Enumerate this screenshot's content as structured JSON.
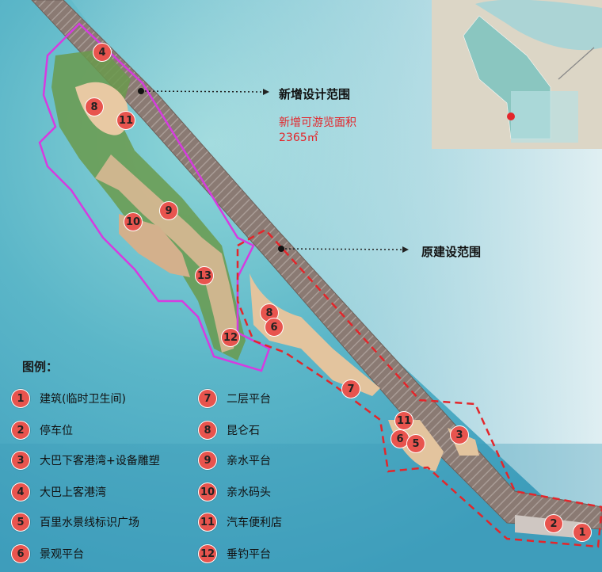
{
  "callouts": {
    "new_design_range": "新增设计范围",
    "original_range": "原建设范围",
    "new_area_label": "新增可游览面积",
    "new_area_value": "2365㎡"
  },
  "legend": {
    "title": "图例：",
    "items": [
      {
        "num": "1",
        "label": "建筑(临时卫生间)"
      },
      {
        "num": "2",
        "label": "停车位"
      },
      {
        "num": "3",
        "label": "大巴下客港湾+设备雕塑"
      },
      {
        "num": "4",
        "label": "大巴上客港湾"
      },
      {
        "num": "5",
        "label": "百里水景线标识广场"
      },
      {
        "num": "6",
        "label": "景观平台"
      },
      {
        "num": "7",
        "label": "二层平台"
      },
      {
        "num": "8",
        "label": "昆仑石"
      },
      {
        "num": "9",
        "label": "亲水平台"
      },
      {
        "num": "10",
        "label": "亲水码头"
      },
      {
        "num": "11",
        "label": "汽车便利店"
      },
      {
        "num": "12",
        "label": "垂钓平台"
      }
    ]
  },
  "map_markers": [
    {
      "num": "4"
    },
    {
      "num": "8"
    },
    {
      "num": "11"
    },
    {
      "num": "9"
    },
    {
      "num": "10"
    },
    {
      "num": "13"
    },
    {
      "num": "8"
    },
    {
      "num": "6"
    },
    {
      "num": "12"
    },
    {
      "num": "7"
    },
    {
      "num": "11"
    },
    {
      "num": "6"
    },
    {
      "num": "5"
    },
    {
      "num": "3"
    },
    {
      "num": "2"
    },
    {
      "num": "1"
    }
  ],
  "colors": {
    "water": "#5fb8c9",
    "road": "#8c7b73",
    "new_boundary": "#d63be0",
    "original_boundary": "#e3262b",
    "marker": "#e8544e",
    "plaza": "#e8c9a3"
  }
}
